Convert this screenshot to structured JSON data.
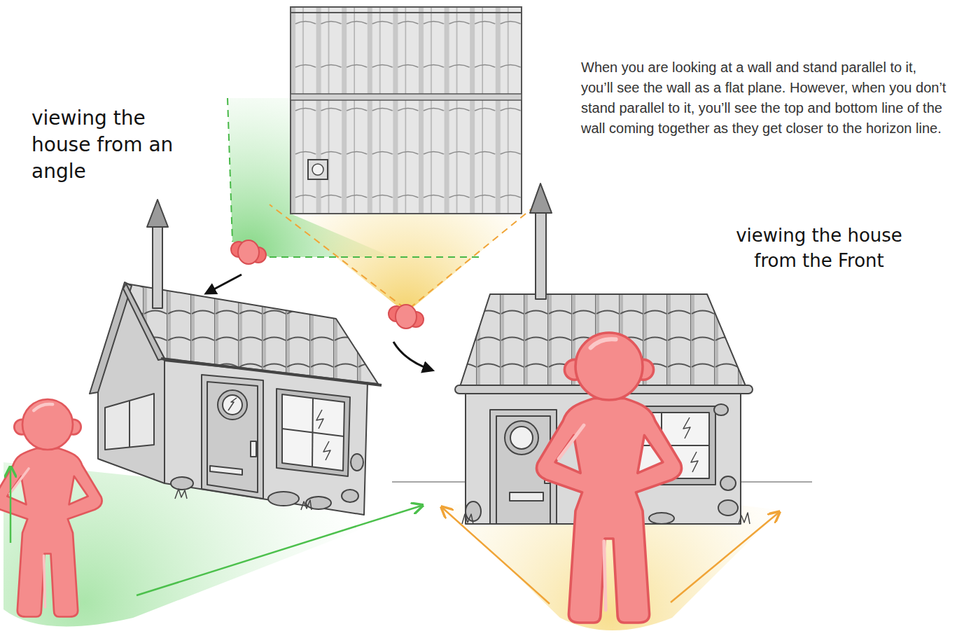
{
  "diagram": {
    "labels": [
      "viewing the house from an angle",
      "viewing the house from the Front",
      "When you are looking at a wall and stand parallel to it, you’ll see the wall as a flat plane. However, when you don’t stand parallel to it, you’ll see the top and bottom line of the wall coming together as they get closer to the horizon line."
    ]
  }
}
